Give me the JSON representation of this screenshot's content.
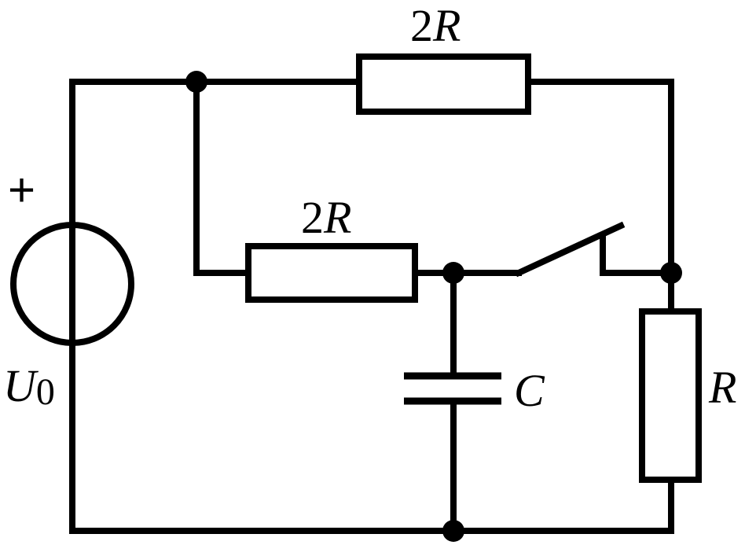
{
  "labels": {
    "r_top": {
      "num": "2",
      "sym": "R"
    },
    "r_mid": {
      "num": "2",
      "sym": "R"
    },
    "r_right": {
      "sym": "R"
    },
    "capacitor": {
      "sym": "C"
    },
    "source": {
      "sym": "U",
      "sub": "0",
      "polarity": "+"
    }
  },
  "components": {
    "source": "voltage-source-icon",
    "switch_state": "open"
  }
}
